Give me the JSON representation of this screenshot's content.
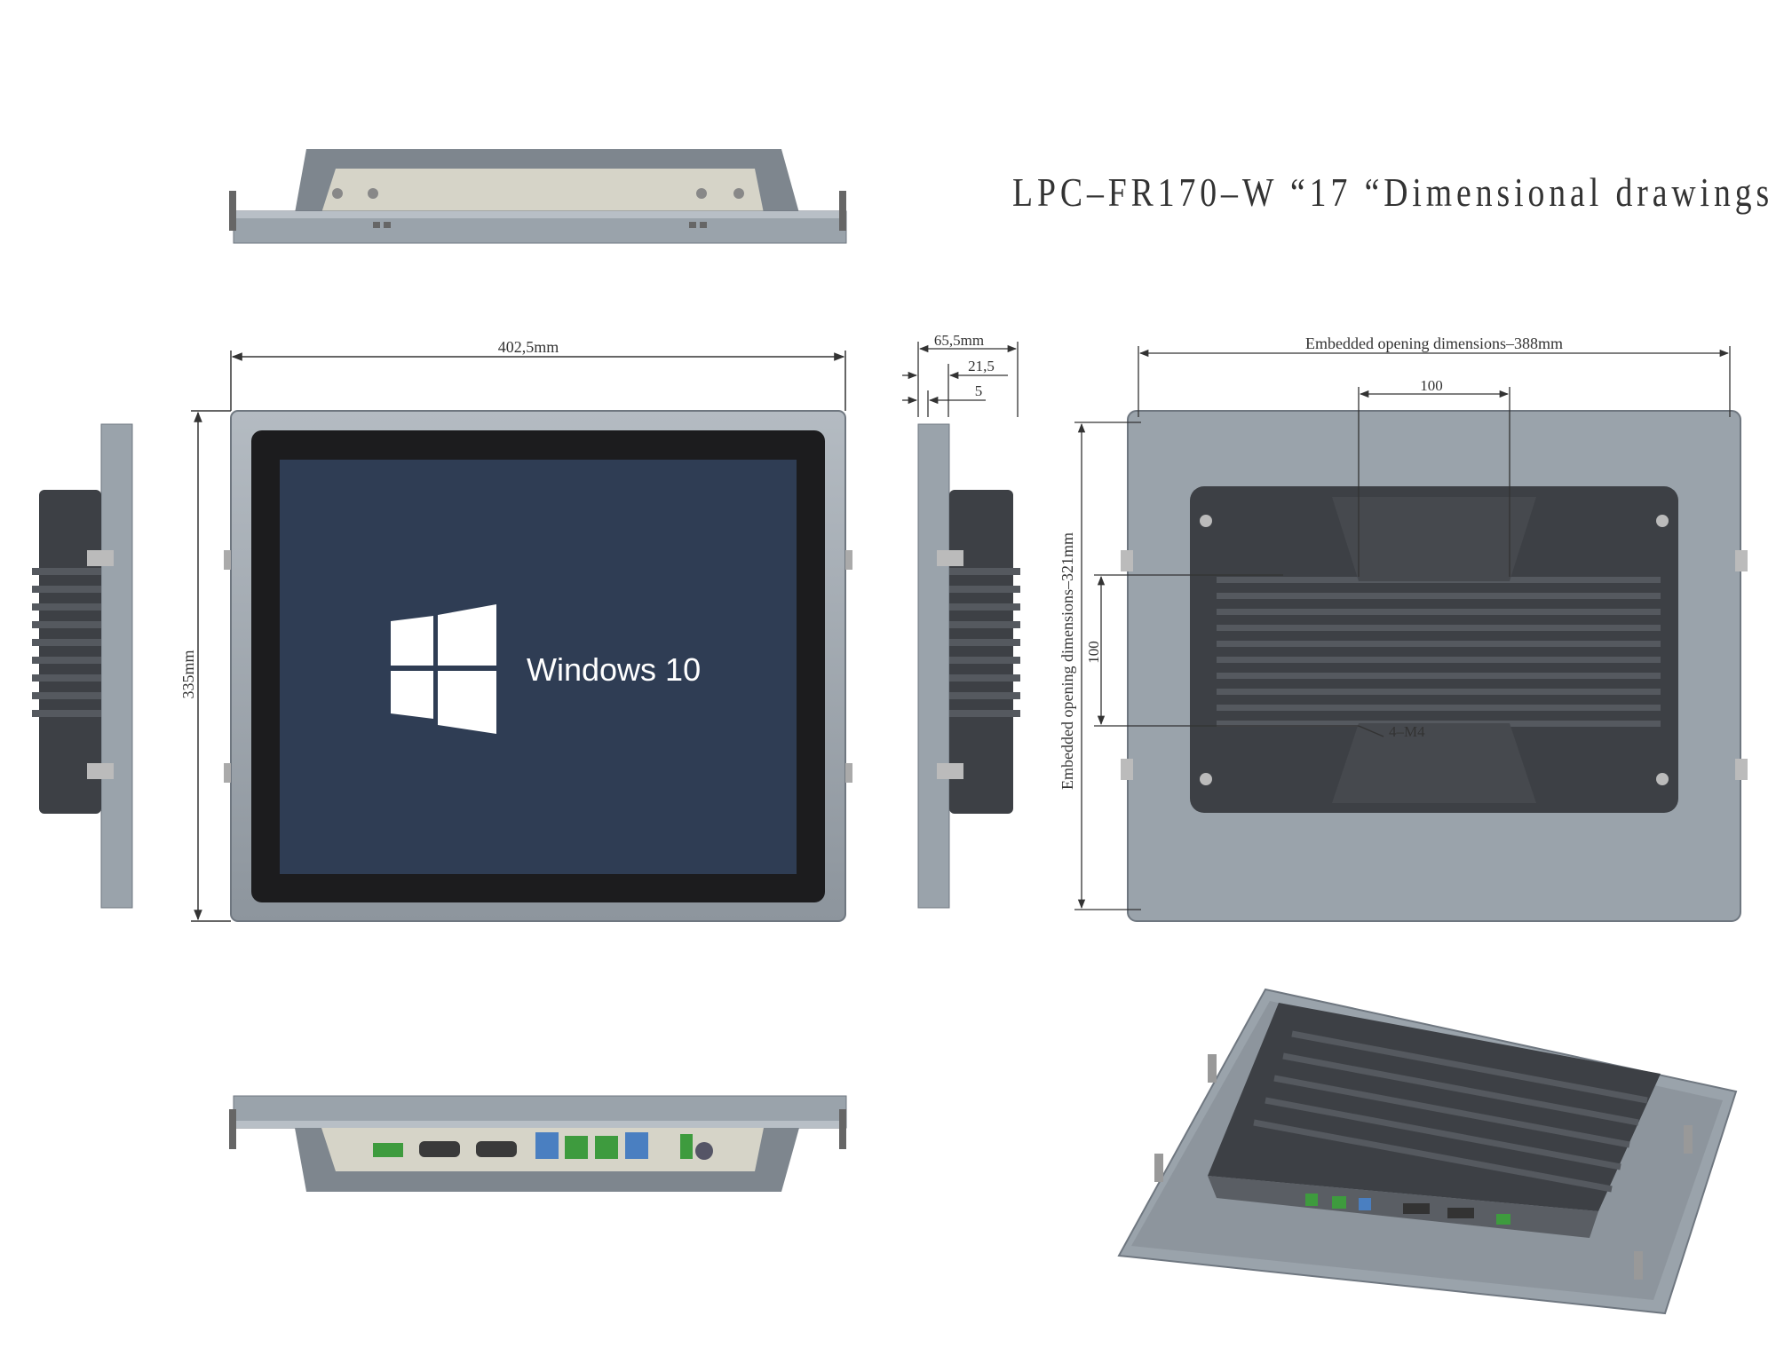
{
  "title": "LPC–FR170–W “17 “Dimensional drawings",
  "screen": {
    "logo_text": "Windows 10"
  },
  "dimensions": {
    "width": "402,5mm",
    "height": "335mm",
    "depth_total": "65,5mm",
    "depth_panel": "21,5",
    "depth_bezel": "5",
    "embed_width": "Embedded opening dimensions–388mm",
    "embed_height": "Embedded opening dimensions–321mm",
    "vesa_h": "100",
    "vesa_v": "100",
    "screw": "4–M4"
  },
  "colors": {
    "frame": "#9aa3ab",
    "frame_dark": "#7e868e",
    "bezel": "#1c1c1e",
    "screen": "#2f3d54",
    "heatsink": "#3d4045",
    "heatsink_fin": "#55595f",
    "plate": "#d6d4c8",
    "dimline": "#333333"
  }
}
